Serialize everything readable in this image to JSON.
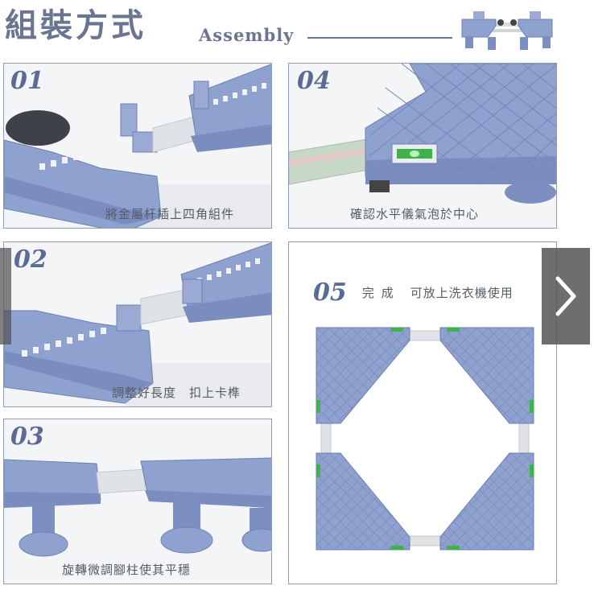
{
  "header": {
    "title_cn": "組裝方式",
    "title_en": "Assembly"
  },
  "steps": [
    {
      "num": "01",
      "caption": "將金屬杆插上四角組件"
    },
    {
      "num": "02",
      "caption": "調整好長度　扣上卡榫"
    },
    {
      "num": "03",
      "caption": "旋轉微調腳柱使其平穩"
    },
    {
      "num": "04",
      "caption": "確認水平儀氣泡於中心"
    },
    {
      "num": "05",
      "title": "完 成",
      "caption": "可放上洗衣機使用"
    }
  ],
  "nav": {
    "next_icon": "chevron-right-icon"
  },
  "colors": {
    "accent": "#6a7592",
    "product_blue": "#8ea1cf",
    "product_dark": "#6d80b2",
    "metal": "#d9dde2",
    "level_green": "#3fb24a",
    "panel_border": "#8f9ab5",
    "nav_bg": "#555555"
  }
}
